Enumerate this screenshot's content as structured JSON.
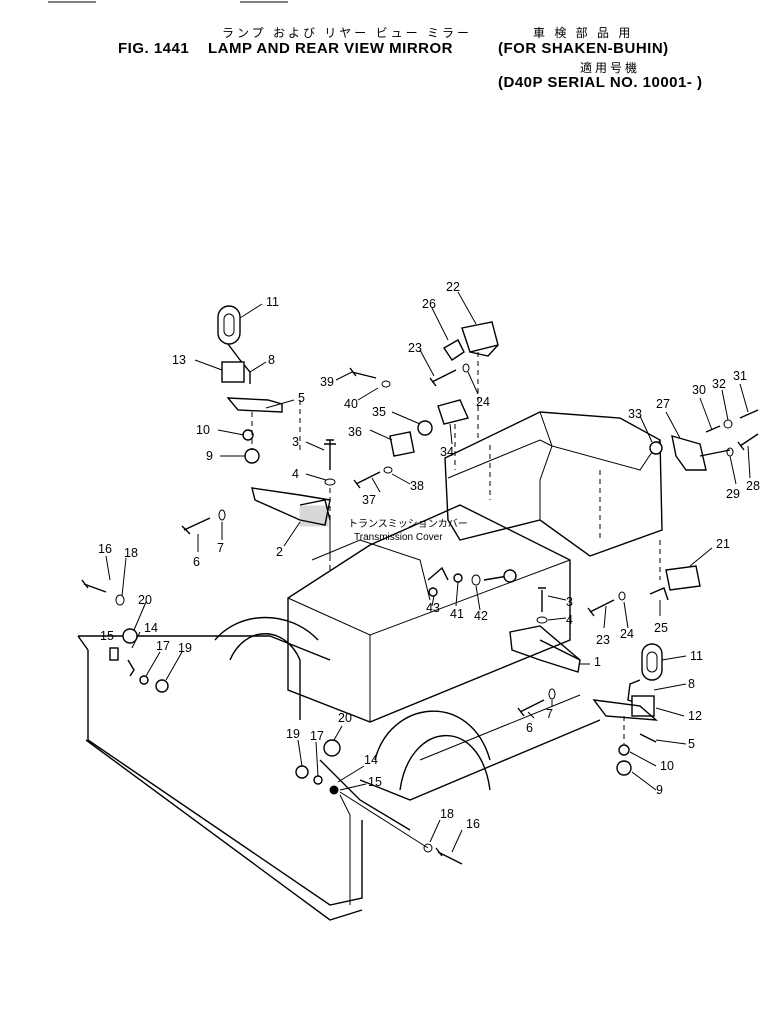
{
  "header": {
    "title_jp": "ランプ および リヤー ビュー ミラー",
    "shaken_jp": "車 検 部 品 用",
    "fig_number": "FIG. 1441",
    "title_en": "LAMP AND REAR VIEW MIRROR",
    "shaken_en": "(FOR SHAKEN-BUHIN)",
    "applicable_jp": "適用号機",
    "serial": "(D40P SERIAL NO. 10001- )"
  },
  "diagram": {
    "note_jp": "トランスミッションカバー",
    "note_en": "Transmission Cover",
    "callouts": [
      "11",
      "13",
      "8",
      "5",
      "10",
      "9",
      "3",
      "4",
      "2",
      "6",
      "7",
      "22",
      "26",
      "23",
      "39",
      "40",
      "24",
      "35",
      "36",
      "34",
      "37",
      "38",
      "33",
      "27",
      "30",
      "32",
      "31",
      "29",
      "28",
      "21",
      "16",
      "18",
      "20",
      "15",
      "14",
      "17",
      "19",
      "43",
      "41",
      "42",
      "3",
      "4",
      "23",
      "24",
      "25",
      "11",
      "8",
      "1",
      "6",
      "7",
      "12",
      "5",
      "10",
      "9",
      "20",
      "19",
      "17",
      "14",
      "15",
      "18",
      "16"
    ]
  }
}
